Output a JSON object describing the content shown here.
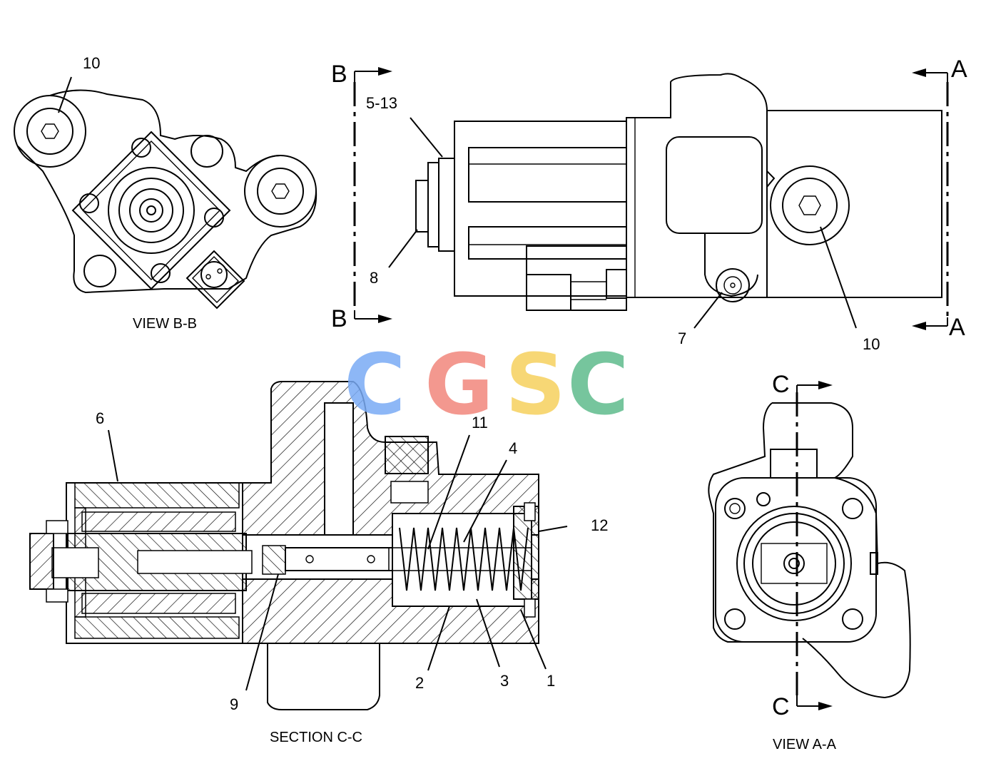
{
  "watermark": {
    "letters": [
      "C",
      "G",
      "S",
      "C"
    ],
    "colors": [
      "#7aabf5",
      "#f2877c",
      "#f6d15e",
      "#5fbb8c"
    ]
  },
  "views": {
    "view_bb": "VIEW B-B",
    "section_cc": "SECTION C-C",
    "view_aa": "VIEW A-A"
  },
  "section_markers": {
    "b_top": "B",
    "b_bottom": "B",
    "a_top": "A",
    "a_bottom": "A",
    "c_top": "C",
    "c_bottom": "C"
  },
  "callouts": {
    "view_bb_10": "10",
    "side_5_13": "5-13",
    "side_8": "8",
    "side_7": "7",
    "side_10": "10",
    "sec_6": "6",
    "sec_11": "11",
    "sec_4": "4",
    "sec_12": "12",
    "sec_9": "9",
    "sec_2": "2",
    "sec_3": "3",
    "sec_1": "1"
  }
}
